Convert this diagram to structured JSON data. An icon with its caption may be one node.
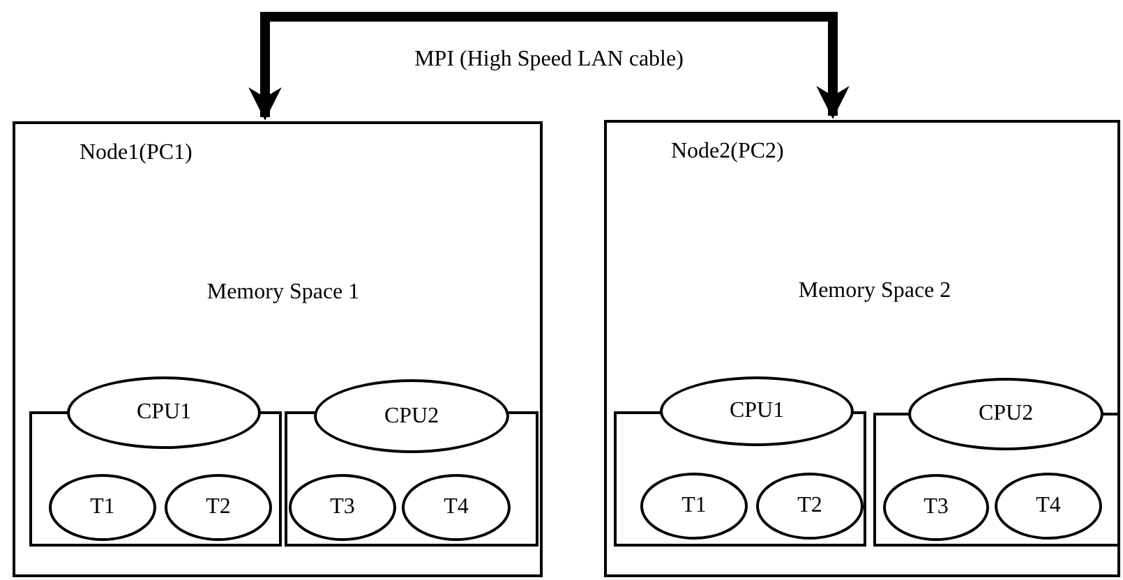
{
  "diagram": {
    "nodes": [
      {
        "text": [
          "Node1(PC1)",
          "Memory Space 1"
        ]
      },
      {
        "text": [],
        "shape": "box",
        "in": 0
      },
      {
        "text": [
          "CPU1"
        ],
        "in": 0
      },
      {
        "text": [
          "T1"
        ],
        "in": 1
      },
      {
        "text": [
          "T2"
        ],
        "in": 1
      },
      {
        "text": [],
        "shape": "box",
        "in": 0
      },
      {
        "text": [
          "CPU2"
        ],
        "in": 0
      },
      {
        "text": [
          "T3"
        ],
        "in": 5
      },
      {
        "text": [
          "T4"
        ],
        "in": 5
      },
      {
        "text": [
          "Node2(PC2)",
          "Memory Space 2"
        ]
      },
      {
        "text": [],
        "shape": "box",
        "in": 9
      },
      {
        "text": [
          "CPU1"
        ],
        "in": 9
      },
      {
        "text": [
          "T1"
        ],
        "in": 10
      },
      {
        "text": [
          "T2"
        ],
        "in": 10
      },
      {
        "text": [],
        "shape": "box",
        "in": 9
      },
      {
        "text": [
          "CPU2"
        ],
        "in": 9
      },
      {
        "text": [
          "T3"
        ],
        "in": 14
      },
      {
        "text": [
          "T4"
        ],
        "in": 14
      }
    ],
    "edges": [
      {
        "from": 0,
        "to": 9,
        "arrow": "both",
        "label": "MPI (High Speed LAN cable)"
      }
    ]
  }
}
